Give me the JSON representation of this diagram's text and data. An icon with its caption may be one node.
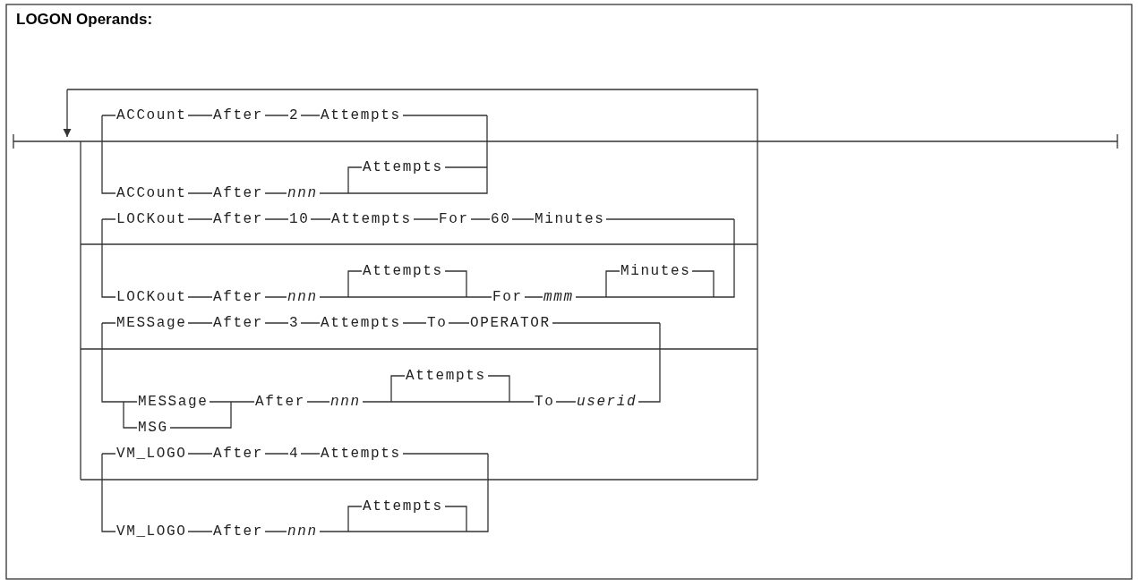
{
  "diagram": {
    "title": "LOGON Operands:",
    "labels": [
      "ACCount",
      "After",
      "2",
      "Attempts",
      "Attempts",
      "ACCount",
      "After",
      "nnn",
      "LOCKout",
      "After",
      "10",
      "Attempts",
      "For",
      "60",
      "Minutes",
      "Attempts",
      "Minutes",
      "LOCKout",
      "After",
      "nnn",
      "For",
      "mmm",
      "MESSage",
      "After",
      "3",
      "Attempts",
      "To",
      "OPERATOR",
      "Attempts",
      "MESSage",
      "After",
      "nnn",
      "To",
      "userid",
      "MSG",
      "VM_LOGO",
      "After",
      "4",
      "Attempts",
      "Attempts",
      "VM_LOGO",
      "After",
      "nnn"
    ]
  }
}
